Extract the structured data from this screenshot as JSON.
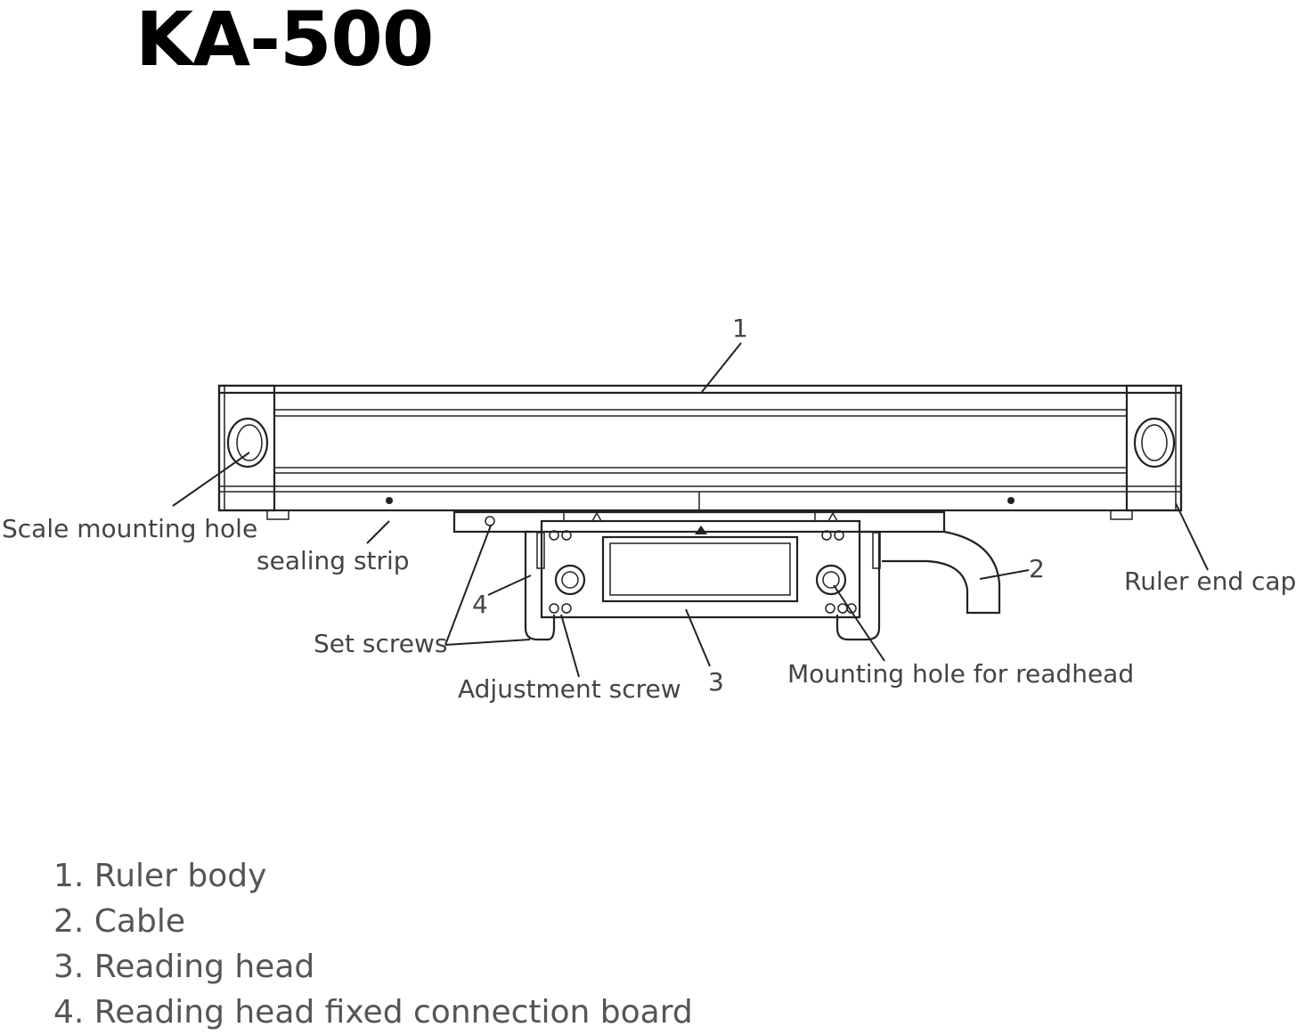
{
  "title": "KA-500",
  "callouts": {
    "scale_mounting_hole": "Scale mounting hole",
    "sealing_strip": "sealing strip",
    "set_screws": "Set screws",
    "adjustment_screw": "Adjustment screw",
    "mounting_hole_readhead": "Mounting hole for readhead",
    "ruler_end_cap": "Ruler end cap"
  },
  "numbers": {
    "n1": "1",
    "n2": "2",
    "n3": "3",
    "n4": "4"
  },
  "legend": [
    "1. Ruler body",
    "2. Cable",
    "3. Reading head",
    "4. Reading head fixed connection board"
  ]
}
